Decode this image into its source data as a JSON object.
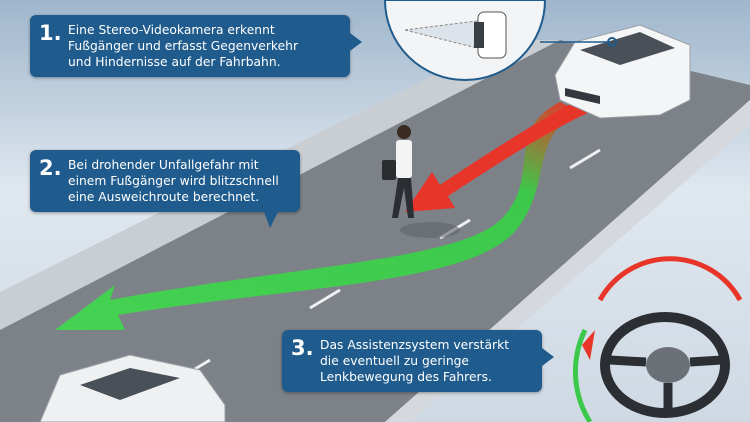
{
  "steps": [
    {
      "number": "1.",
      "lines": [
        "Eine Stereo-Videokamera erkennt",
        "Fußgänger und erfasst Gegenverkehr",
        "und Hindernisse auf der Fahrbahn."
      ]
    },
    {
      "number": "2.",
      "lines": [
        "Bei drohender Unfallgefahr mit",
        "einem Fußgänger wird blitzschnell",
        "eine Ausweichroute berechnet."
      ]
    },
    {
      "number": "3.",
      "lines": [
        "Das Assistenzsystem verstärkt",
        "die eventuell zu geringe",
        "Lenkbewegung des Fahrers."
      ]
    }
  ],
  "colors": {
    "box": "#1f5b8c",
    "evade_arrow": "#3cc84a",
    "danger_arrow": "#e8352a",
    "road": "#7d8288"
  }
}
